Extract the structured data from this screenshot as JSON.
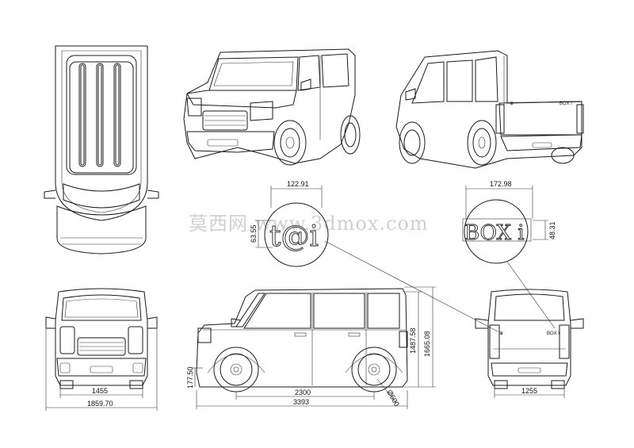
{
  "dimensions": {
    "top_logo_width": "122.91",
    "top_logo_height": "63.55",
    "box_logo_width": "172.98",
    "box_logo_height": "48.31",
    "side_height_roof": "1487.58",
    "side_height_total": "1665.08",
    "ground_clearance": "177.50",
    "wheelbase": "2300",
    "length": "3393",
    "wheel_diameter": "Ø600",
    "front_track": "1455",
    "front_width": "1859.70",
    "rear_track": "1255"
  },
  "logos": {
    "front_badge": "t@i",
    "rear_badge": "BOX i",
    "rear_small_badge": "BOX i"
  },
  "watermark": {
    "text": "莫西网 www.3dmox.com"
  },
  "colors": {
    "line": "#1a1a1a",
    "watermark": "#8a8a8a",
    "background": "#ffffff"
  }
}
